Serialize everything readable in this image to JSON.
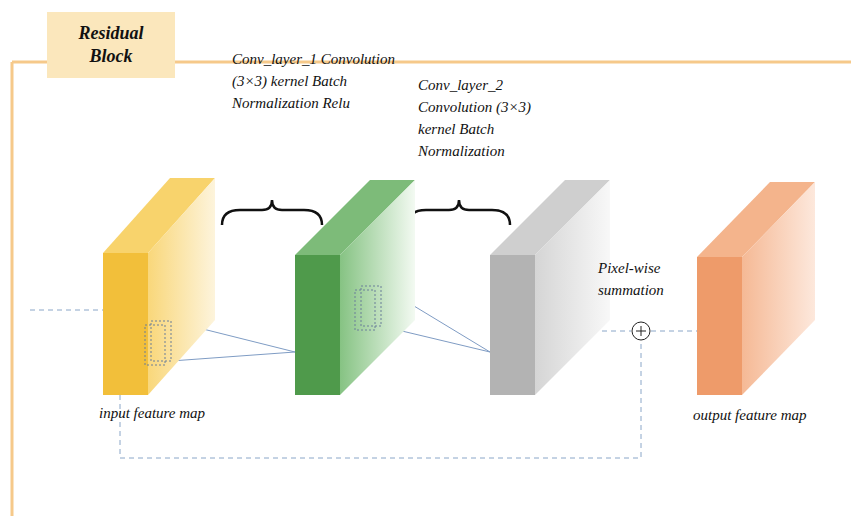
{
  "diagram": {
    "title": "Residual Block",
    "nodes": [
      {
        "text": [
          "input feature map"
        ]
      },
      {
        "text": [
          "Conv_layer_1 Convolution (3×3) kernel Batch Normalization Relu"
        ]
      },
      {
        "text": [
          "Conv_layer_2 Convolution (3×3) kernel Batch Normalization"
        ]
      },
      {
        "text": [
          "Pixel-wise summation"
        ]
      },
      {
        "text": [
          "output feature map"
        ]
      }
    ],
    "edges": [
      {
        "from": 0,
        "to": 1,
        "arrow": "none"
      },
      {
        "from": 1,
        "to": 2,
        "arrow": "none"
      },
      {
        "from": 2,
        "to": 3,
        "arrow": "none"
      },
      {
        "from": 3,
        "to": 4,
        "arrow": "none"
      },
      {
        "from": 0,
        "to": 3,
        "arrow": "none"
      }
    ]
  }
}
